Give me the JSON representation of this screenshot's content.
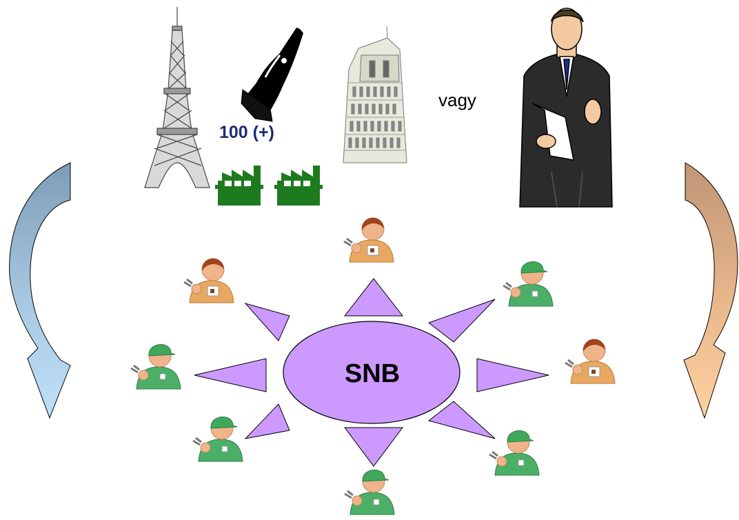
{
  "diagram": {
    "top_row": {
      "count_label": "100 (+)",
      "or_label": "vagy"
    },
    "hub": {
      "label": "SNB",
      "fill": "#cc99ff",
      "stroke": "#000000"
    },
    "members": [
      {
        "icon": "woman-worker-icon"
      },
      {
        "icon": "woman-worker-icon"
      },
      {
        "icon": "mechanic-worker-icon"
      },
      {
        "icon": "mechanic-worker-icon"
      },
      {
        "icon": "woman-worker-icon"
      },
      {
        "icon": "mechanic-worker-icon"
      },
      {
        "icon": "mechanic-worker-icon"
      },
      {
        "icon": "mechanic-worker-icon"
      }
    ],
    "colors": {
      "left_arrow_top": "#8aa8bf",
      "left_arrow_bottom": "#b8dcf5",
      "right_arrow_top": "#c69a78",
      "right_arrow_bottom": "#ffcc99",
      "factory": "#1e7a1e",
      "ray": "#cc99ff"
    }
  }
}
